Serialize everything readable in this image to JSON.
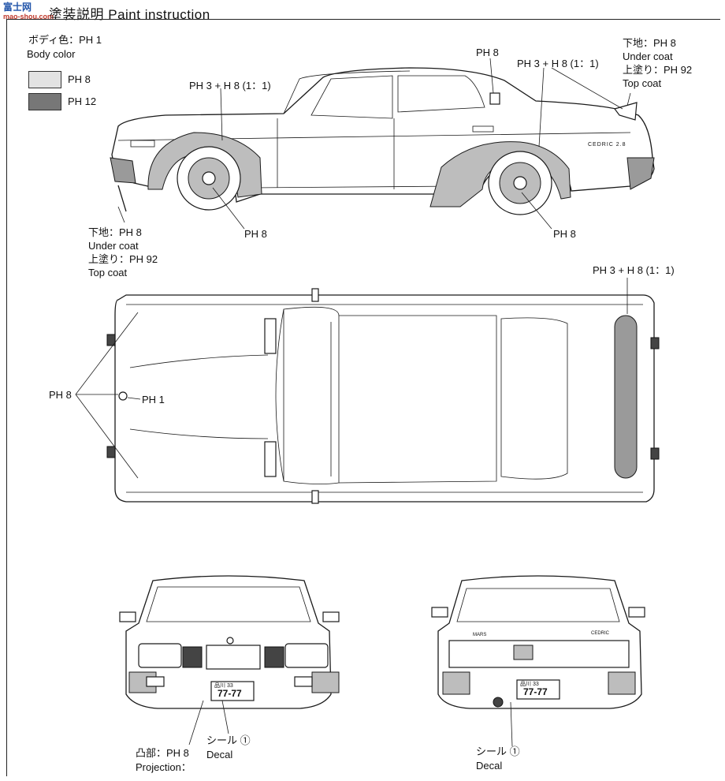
{
  "header": {
    "title_jp": "塗装説明",
    "title_en": "Paint instruction",
    "watermark_cn": "富士网",
    "watermark_site": "mao-shou.com"
  },
  "legend": {
    "body_color_jp": "ボディ色：PH 1",
    "body_color_en": "Body color",
    "swatches": [
      {
        "color": "#e3e3e3",
        "label": "PH 8"
      },
      {
        "color": "#777777",
        "label": "PH 12"
      }
    ]
  },
  "side_view": {
    "callouts": [
      {
        "id": "front-flare",
        "text": "PH 3 + H 8 (1：1)"
      },
      {
        "id": "trunk-lid",
        "text": "PH 8"
      },
      {
        "id": "rear-flare",
        "text": "PH 3 + H 8 (1：1)"
      },
      {
        "id": "front-wheel",
        "text": "PH 8"
      },
      {
        "id": "rear-wheel",
        "text": "PH 8"
      }
    ],
    "spoiler_note": [
      "下地：PH 8",
      "Under coat",
      "上塗り：PH 92",
      "Top coat"
    ],
    "chinspoiler_note": [
      "下地：PH 8",
      "Under coat",
      "上塗り：PH 92",
      "Top coat"
    ],
    "badge": "CEDRIC 2.8"
  },
  "top_view": {
    "callouts": [
      {
        "id": "wing",
        "text": "PH 3 + H 8 (1：1)"
      },
      {
        "id": "mirrors",
        "text": "PH 8"
      },
      {
        "id": "emblem",
        "text": "PH 1"
      }
    ]
  },
  "front_view": {
    "plate_top": "品川 33",
    "plate_num": "77-77",
    "projection_jp": "凸部：PH 8",
    "projection_en": "Projection：",
    "decal_jp": "シール ①",
    "decal_en": "Decal"
  },
  "rear_view": {
    "plate_top": "品川 33",
    "plate_num": "77-77",
    "badge_left": "MARS",
    "badge_right": "CEDRIC",
    "decal_jp": "シール ①",
    "decal_en": "Decal"
  }
}
